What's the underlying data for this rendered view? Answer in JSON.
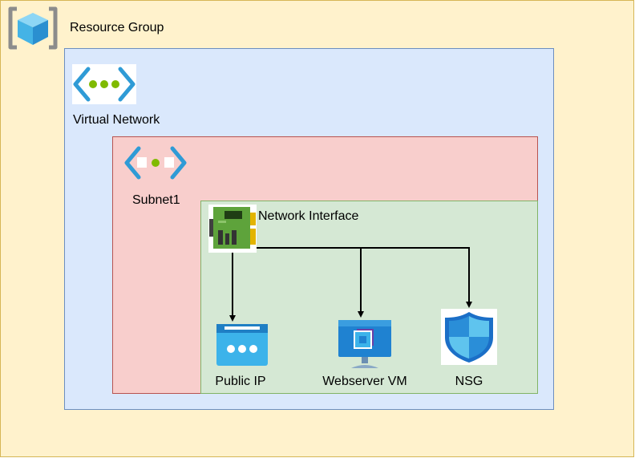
{
  "resource_group": {
    "label": "Resource Group",
    "icon": "resource-group-icon"
  },
  "virtual_network": {
    "label": "Virtual Network",
    "icon": "virtual-network-icon"
  },
  "subnet": {
    "label": "Subnet1",
    "icon": "subnet-icon"
  },
  "network_interface": {
    "label": "Network Interface",
    "icon": "network-interface-icon"
  },
  "public_ip": {
    "label": "Public IP",
    "icon": "public-ip-icon"
  },
  "vm": {
    "label": "Webserver VM",
    "icon": "virtual-machine-icon"
  },
  "nsg": {
    "label": "NSG",
    "icon": "network-security-group-icon"
  },
  "colors": {
    "resource_group_fill": "#fff2cc",
    "virtual_network_fill": "#dae8fc",
    "subnet_fill": "#f8cecc",
    "nic_zone_fill": "#d5e8d4",
    "azure_blue": "#2f9bd6",
    "green_accent": "#7fba00"
  }
}
